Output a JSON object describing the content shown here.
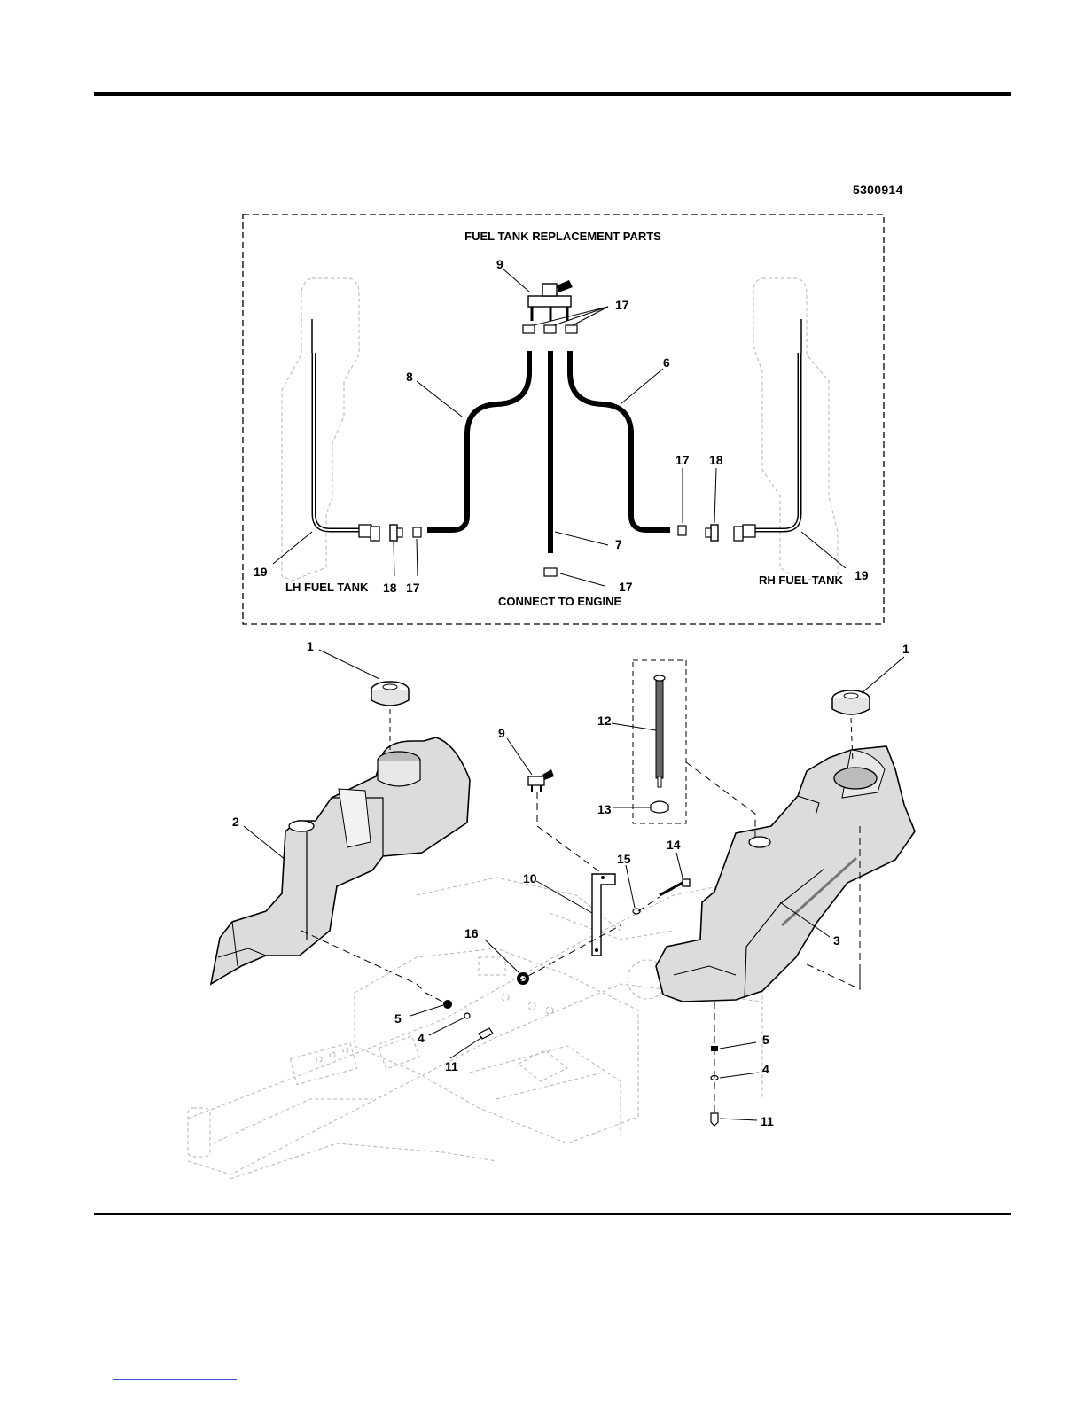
{
  "header": {
    "drawing_number": "5300914"
  },
  "inset": {
    "title": "FUEL TANK REPLACEMENT PARTS",
    "left_caption": "LH FUEL TANK",
    "right_caption": "RH FUEL TANK",
    "bottom_caption": "CONNECT TO ENGINE",
    "callouts": {
      "c9": "9",
      "c17a": "17",
      "c8": "8",
      "c6": "6",
      "c17b": "17",
      "c18a": "18",
      "c7": "7",
      "c17c": "17",
      "c19a": "19",
      "c18b": "18",
      "c17d": "17",
      "c19b": "19"
    }
  },
  "main": {
    "callouts": {
      "c1a": "1",
      "c1b": "1",
      "c2": "2",
      "c3": "3",
      "c9": "9",
      "c12": "12",
      "c13": "13",
      "c14": "14",
      "c15": "15",
      "c10": "10",
      "c16": "16",
      "c5a": "5",
      "c4a": "4",
      "c11a": "11",
      "c5b": "5",
      "c4b": "4",
      "c11b": "11"
    }
  },
  "colors": {
    "ink": "#000000",
    "ghost": "#b5b5b5",
    "tank": "#d9d9d9"
  }
}
